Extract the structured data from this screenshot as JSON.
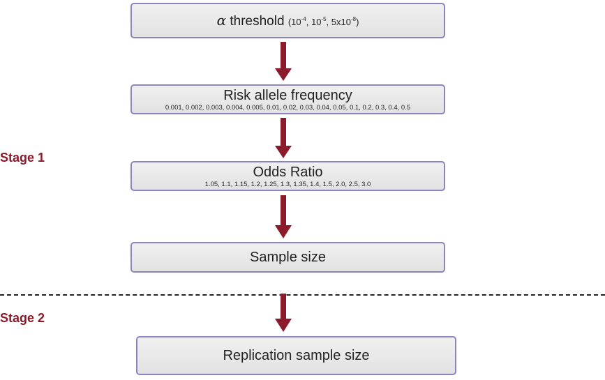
{
  "stages": {
    "stage1": "Stage 1",
    "stage2": "Stage 2"
  },
  "boxes": {
    "alpha": {
      "symbol": "α",
      "label": "threshold",
      "params_open": "(10",
      "exp1": "-4",
      "sep1": ", 10",
      "exp2": "-5",
      "sep2": ", 5x10",
      "exp3": "-8",
      "params_close": ")"
    },
    "risk_allele_frequency": {
      "title": "Risk allele frequency",
      "values": "0.001, 0.002, 0.003, 0.004, 0.005, 0.01, 0.02, 0.03, 0.04, 0.05, 0.1, 0.2, 0.3, 0.4, 0.5"
    },
    "odds_ratio": {
      "title": "Odds Ratio",
      "values": "1.05, 1.1, 1.15, 1.2, 1.25, 1.3, 1.35, 1.4, 1.5, 2.0, 2.5, 3.0"
    },
    "sample_size": {
      "title": "Sample size"
    },
    "replication": {
      "title": "Replication sample size"
    }
  },
  "colors": {
    "arrow": "#8b1a2a",
    "stage_label": "#8b1a2a",
    "box_border": "#8c84c0"
  }
}
